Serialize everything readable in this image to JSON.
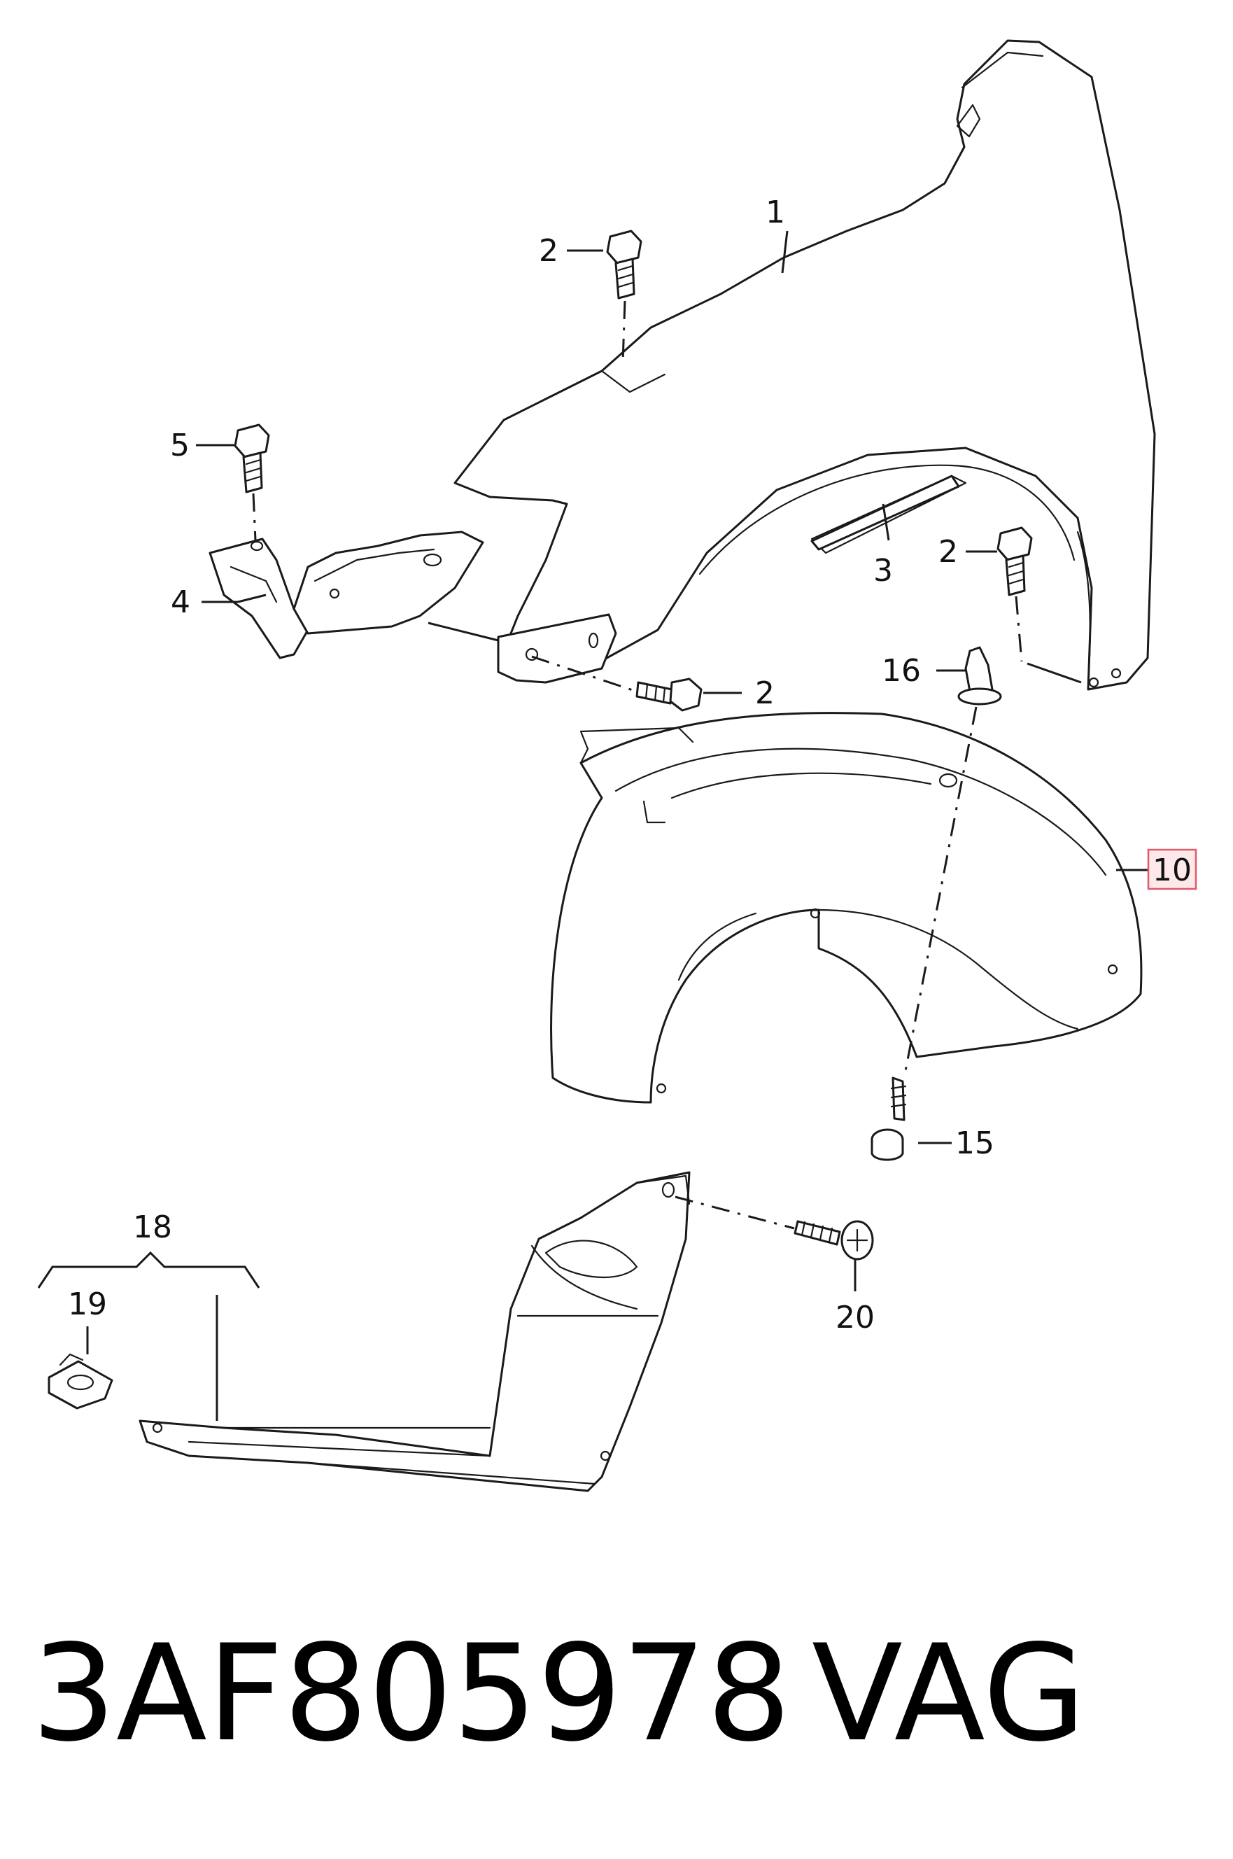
{
  "callouts": {
    "c1": "1",
    "c2a": "2",
    "c2b": "2",
    "c2c": "2",
    "c3": "3",
    "c4": "4",
    "c5": "5",
    "c10": "10",
    "c15": "15",
    "c16": "16",
    "c18": "18",
    "c19": "19",
    "c20": "20"
  },
  "highlight_color": "#e05a6a",
  "footer": {
    "part_number": "3AF805978",
    "brand": "VAG"
  }
}
